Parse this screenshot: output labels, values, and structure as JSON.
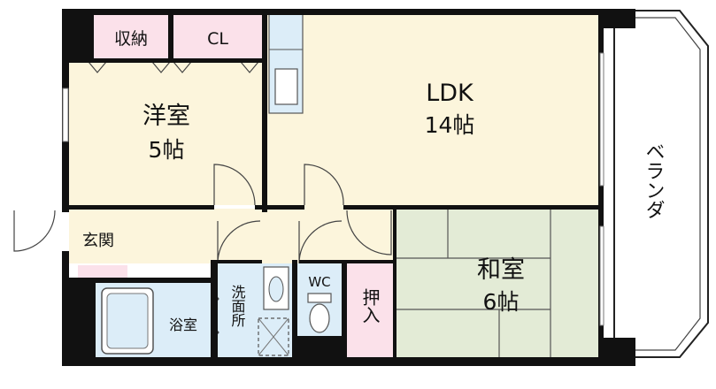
{
  "rooms": {
    "storage": "収納",
    "closet": "CL",
    "western_name": "洋室",
    "western_size": "5帖",
    "ldk_name": "LDK",
    "ldk_size": "14帖",
    "balcony": "ベランダ",
    "entrance": "玄関",
    "washroom": "洗面所",
    "toilet": "WC",
    "oshiire": "押入",
    "bathroom": "浴室",
    "japanese_name": "和室",
    "japanese_size": "6帖"
  },
  "colors": {
    "wall": "#111111",
    "wood_floor": "#fcf5dc",
    "tatami": "#e3ebd6",
    "storage_pink": "#fbe1ea",
    "wet_blue": "#dcedf8",
    "balcony": "#ffffff"
  }
}
